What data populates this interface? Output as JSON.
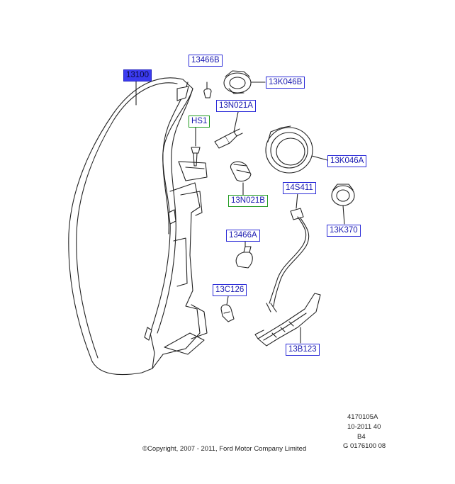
{
  "callouts": {
    "c13100": "13100",
    "c13466B": "13466B",
    "c13K046B": "13K046B",
    "c13N021A": "13N021A",
    "cHS1": "HS1",
    "c13K046A": "13K046A",
    "c14S411": "14S411",
    "c13N021B": "13N021B",
    "c13466A": "13466A",
    "c13K370": "13K370",
    "c13C126": "13C126",
    "c13B123": "13B123"
  },
  "footer": {
    "line1": "4170105A",
    "line2": "10-2011 40",
    "line3": "B4",
    "line4": "G 0176100 08",
    "copyright": "©Copyright, 2007 - 2011, Ford Motor Company Limited"
  },
  "colors": {
    "label_border": "#2b2bd8",
    "label_border_green": "#1f9a1f",
    "label_fill_selected": "#3b3bf0"
  }
}
